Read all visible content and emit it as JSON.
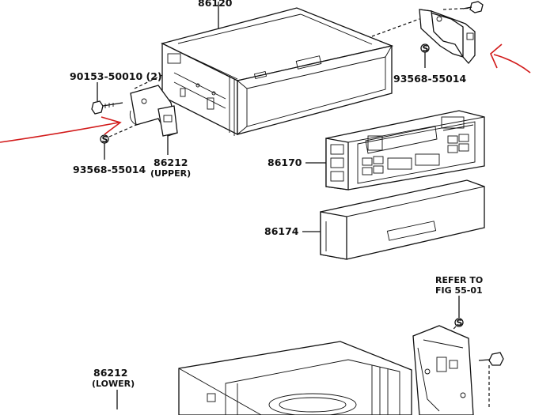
{
  "labels": {
    "top_unit": "86120",
    "bolt_left": "90153-50010 (2)",
    "screw_left": "93568-55014",
    "screw_right": "93568-55014",
    "bracket_upper_num": "86212",
    "bracket_upper_sub": "(UPPER)",
    "control_panel": "86170",
    "cover": "86174",
    "refer_line1": "REFER TO",
    "refer_line2": "FIG 55-01",
    "bracket_lower_num": "86212",
    "bracket_lower_sub": "(LOWER)"
  },
  "symbols": {
    "screw_mark": "S"
  },
  "colors": {
    "ink": "#111111",
    "annotation_red": "#d21a1a",
    "background": "#ffffff"
  }
}
